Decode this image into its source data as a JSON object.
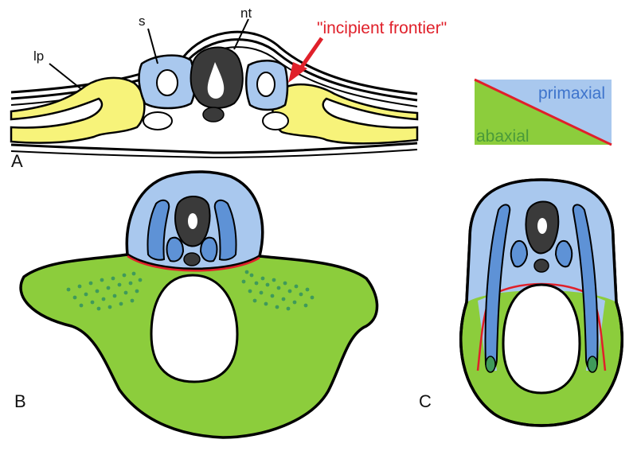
{
  "panels": {
    "a": "A",
    "b": "B",
    "c": "C"
  },
  "labels": {
    "lp": "lp",
    "s": "s",
    "nt": "nt",
    "frontier": "\"incipient frontier\""
  },
  "legend": {
    "primaxial": "primaxial",
    "abaxial": "abaxial"
  },
  "colors": {
    "primaxial": "#a9c8ee",
    "primaxial_dark": "#5e92d6",
    "abaxial": "#8ccd3c",
    "abaxial_dots": "#3f9a5a",
    "lateral_plate": "#f7f37a",
    "neural_tube": "#3a3a3a",
    "frontier": "#e0202a",
    "outline": "#000000"
  }
}
